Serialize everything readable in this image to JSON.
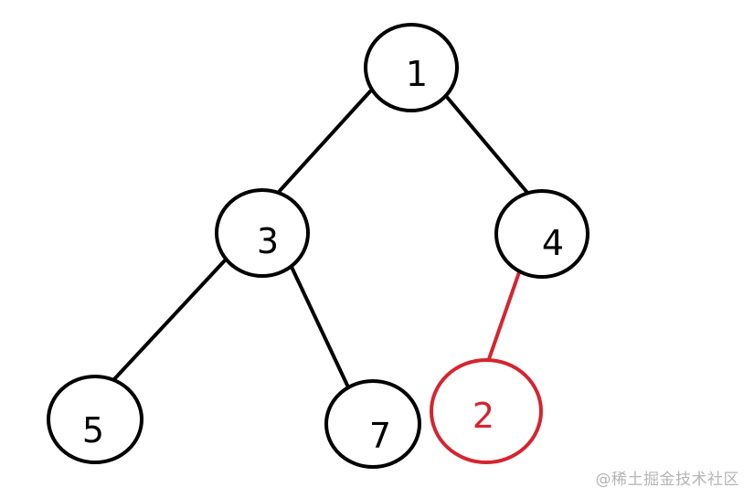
{
  "tree": {
    "nodes": [
      {
        "id": "n1",
        "label": "1",
        "color": "#000000"
      },
      {
        "id": "n3",
        "label": "3",
        "color": "#000000"
      },
      {
        "id": "n4",
        "label": "4",
        "color": "#000000"
      },
      {
        "id": "n5",
        "label": "5",
        "color": "#000000"
      },
      {
        "id": "n7",
        "label": "7",
        "color": "#000000"
      },
      {
        "id": "n2",
        "label": "2",
        "color": "#d6242e"
      }
    ],
    "edges": [
      {
        "from": "1",
        "to": "3",
        "color": "#000000"
      },
      {
        "from": "1",
        "to": "4",
        "color": "#000000"
      },
      {
        "from": "3",
        "to": "5",
        "color": "#000000"
      },
      {
        "from": "3",
        "to": "7",
        "color": "#000000"
      },
      {
        "from": "4",
        "to": "2",
        "color": "#d6242e"
      }
    ],
    "highlight_color": "#d6242e"
  },
  "watermark": "@稀土掘金技术社区"
}
